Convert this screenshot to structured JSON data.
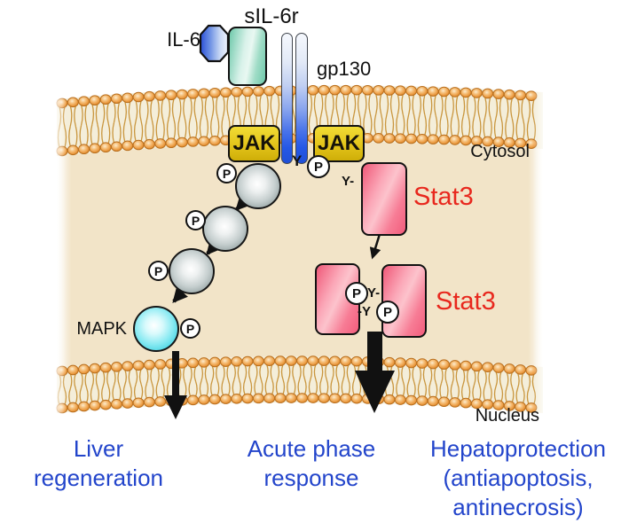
{
  "molecules": {
    "il6": "IL-6",
    "sil6r": "sIL-6r",
    "gp130": "gp130",
    "jak_left": "JAK",
    "jak_right": "JAK",
    "mapk": "MAPK",
    "stat3_monomer": "Stat3",
    "stat3_dimer": "Stat3"
  },
  "compartments": {
    "cytosol": "Cytosol",
    "nucleus": "Nucleus"
  },
  "phosphate_label": "P",
  "residues": {
    "y": "Y",
    "monomer_y_dash": "Y-",
    "y_dash": "Y-",
    "dash_y": "-Y"
  },
  "outcomes": {
    "mapk_pathway": "Liver regeneration",
    "stat3_pathway": "Acute phase response",
    "stat3_protection": "Hepatoprotection (antiapoptosis, antinecrosis)"
  },
  "colors": {
    "cytosol": "#f2e4c8",
    "membrane_head": "#ec9c44",
    "jak_yellow": "#e3c41a",
    "gp130_blue": "#2558e6",
    "il6_blue": "#2b50d8",
    "sil6r_teal": "#74c9ac",
    "kinase_gray": "#aab4b4",
    "mapk_cyan": "#3ed2e2",
    "stat3_pink": "#f4708c",
    "stat3_label_red": "#e8281e",
    "outcome_blue": "#2345cb",
    "arrow_black": "#111111"
  }
}
